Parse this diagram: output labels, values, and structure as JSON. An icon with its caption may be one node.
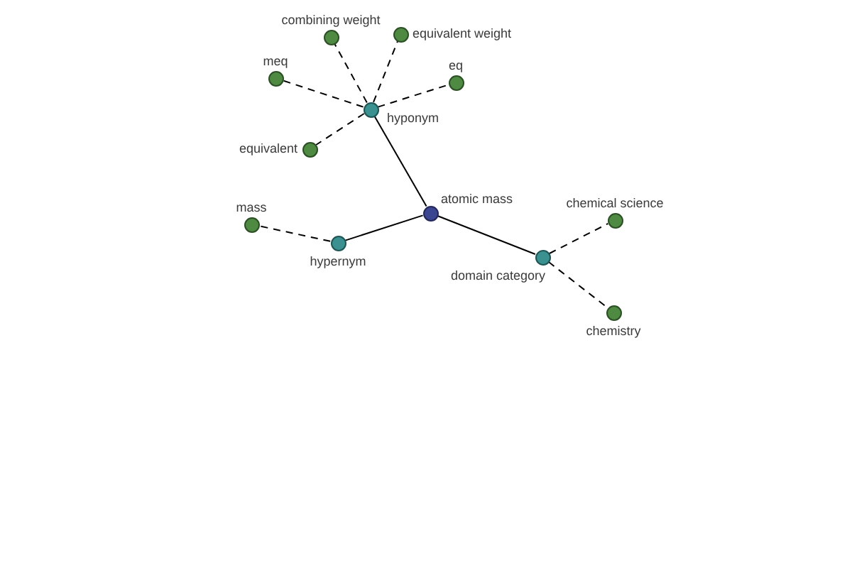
{
  "diagram": {
    "nodes": [
      {
        "text": [],
        "shape": "circle",
        "beside": [
          "combining weight"
        ]
      },
      {
        "text": [],
        "shape": "circle",
        "beside": [
          "equivalent weight"
        ]
      },
      {
        "text": [],
        "shape": "circle",
        "beside": [
          "meq"
        ]
      },
      {
        "text": [],
        "shape": "circle",
        "beside": [
          "eq"
        ]
      },
      {
        "text": [],
        "shape": "circle",
        "beside": [
          "hyponym"
        ]
      },
      {
        "text": [],
        "shape": "circle",
        "beside": [
          "equivalent"
        ]
      },
      {
        "text": [],
        "shape": "circle",
        "beside": [
          "atomic mass"
        ]
      },
      {
        "text": [],
        "shape": "circle",
        "beside": [
          "chemical science"
        ]
      },
      {
        "text": [],
        "shape": "circle",
        "beside": [
          "mass"
        ]
      },
      {
        "text": [],
        "shape": "circle",
        "beside": [
          "hypernym"
        ]
      },
      {
        "text": [],
        "shape": "circle",
        "beside": [
          "domain category"
        ]
      },
      {
        "text": [],
        "shape": "circle",
        "beside": [
          "chemistry"
        ]
      }
    ],
    "edges": [
      {
        "from": 6,
        "to": 4,
        "arrow": "none"
      },
      {
        "from": 6,
        "to": 9,
        "arrow": "none"
      },
      {
        "from": 6,
        "to": 10,
        "arrow": "none"
      },
      {
        "from": 4,
        "to": 0,
        "arrow": "none",
        "style": "dashed"
      },
      {
        "from": 4,
        "to": 1,
        "arrow": "none",
        "style": "dashed"
      },
      {
        "from": 4,
        "to": 2,
        "arrow": "none",
        "style": "dashed"
      },
      {
        "from": 4,
        "to": 3,
        "arrow": "none",
        "style": "dashed"
      },
      {
        "from": 4,
        "to": 5,
        "arrow": "none",
        "style": "dashed"
      },
      {
        "from": 9,
        "to": 8,
        "arrow": "none",
        "style": "dashed"
      },
      {
        "from": 10,
        "to": 7,
        "arrow": "none",
        "style": "dashed"
      },
      {
        "from": 10,
        "to": 11,
        "arrow": "none",
        "style": "dashed"
      }
    ]
  }
}
